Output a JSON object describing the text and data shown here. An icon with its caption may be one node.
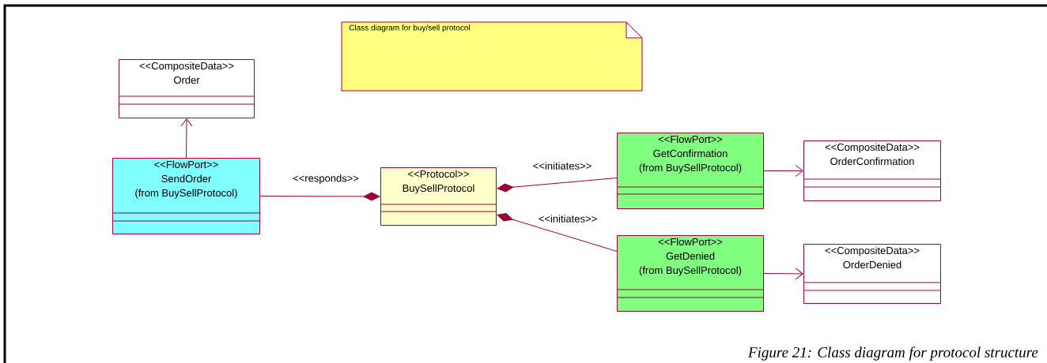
{
  "diagram": {
    "caption": "Figure 21: Class diagram for protocol structure",
    "nodes": [
      {
        "text": [
          "Class diagram for buy/sell protocol"
        ]
      },
      {
        "text": [
          "<<CompositeData>>",
          "Order"
        ]
      },
      {
        "text": [
          "<<FlowPort>>",
          "SendOrder",
          "(from BuySellProtocol)"
        ]
      },
      {
        "text": [
          "<<Protocol>>",
          "BuySellProtocol"
        ]
      },
      {
        "text": [
          "<<FlowPort>>",
          "GetConfirmation",
          "(from BuySellProtocol)"
        ]
      },
      {
        "text": [
          "<<CompositeData>>",
          "OrderConfirmation"
        ]
      },
      {
        "text": [
          "<<FlowPort>>",
          "GetDenied",
          "(from BuySellProtocol)"
        ]
      },
      {
        "text": [
          "<<CompositeData>>",
          "OrderDenied"
        ]
      }
    ],
    "edges": [
      {
        "from": 2,
        "to": 1,
        "arrow": "to"
      },
      {
        "from": 2,
        "to": 3,
        "arrow": "other",
        "label": "<<responds>>"
      },
      {
        "from": 4,
        "to": 3,
        "arrow": "other",
        "label": "<<initiates>>"
      },
      {
        "from": 6,
        "to": 3,
        "arrow": "other",
        "label": "<<initiates>>"
      },
      {
        "from": 4,
        "to": 5,
        "arrow": "to"
      },
      {
        "from": 6,
        "to": 7,
        "arrow": "to"
      }
    ]
  }
}
